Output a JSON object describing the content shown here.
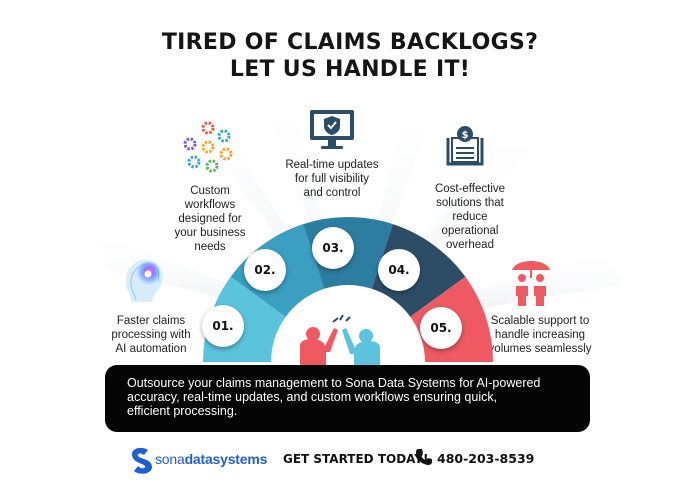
{
  "title": {
    "line1": "TIRED OF CLAIMS BACKLOGS?",
    "line2": "LET US HANDLE IT!"
  },
  "features": [
    {
      "number": "01.",
      "text_lines": [
        "Faster claims",
        "processing with",
        "AI automation"
      ],
      "icon": "ai-brain-icon",
      "color": "#5bc3dc"
    },
    {
      "number": "02.",
      "text_lines": [
        "Custom",
        "workflows",
        "designed for",
        "your business",
        "needs"
      ],
      "icon": "gears-workflow-icon",
      "color": "#3a9fc1"
    },
    {
      "number": "03.",
      "text_lines": [
        "Real-time updates",
        "for full visibility",
        "and control"
      ],
      "icon": "monitor-shield-icon",
      "color": "#2c7ea0"
    },
    {
      "number": "04.",
      "text_lines": [
        "Cost-effective",
        "solutions that",
        "reduce",
        "operational",
        "overhead"
      ],
      "icon": "money-document-icon",
      "color": "#2d4d66"
    },
    {
      "number": "05.",
      "text_lines": [
        "Scalable support to",
        "handle increasing",
        "volumes seamlessly"
      ],
      "icon": "people-umbrella-icon",
      "color": "#ef5a62"
    }
  ],
  "banner": {
    "lines": [
      "Outsource your claims management to Sona Data Systems for AI-powered",
      "accuracy, real-time updates, and custom workflows ensuring quick,",
      "efficient processing."
    ]
  },
  "footer": {
    "logo_part1": "sona",
    "logo_part2": "datasystems",
    "cta": "GET STARTED TODAY!",
    "phone": "480-203-8539"
  },
  "colors": {
    "dark_teal": "#2d4d66",
    "coral": "#ef5a62",
    "sky": "#5bc3dc",
    "banner": "#050505",
    "logo_blue": "#1f5fd6"
  }
}
